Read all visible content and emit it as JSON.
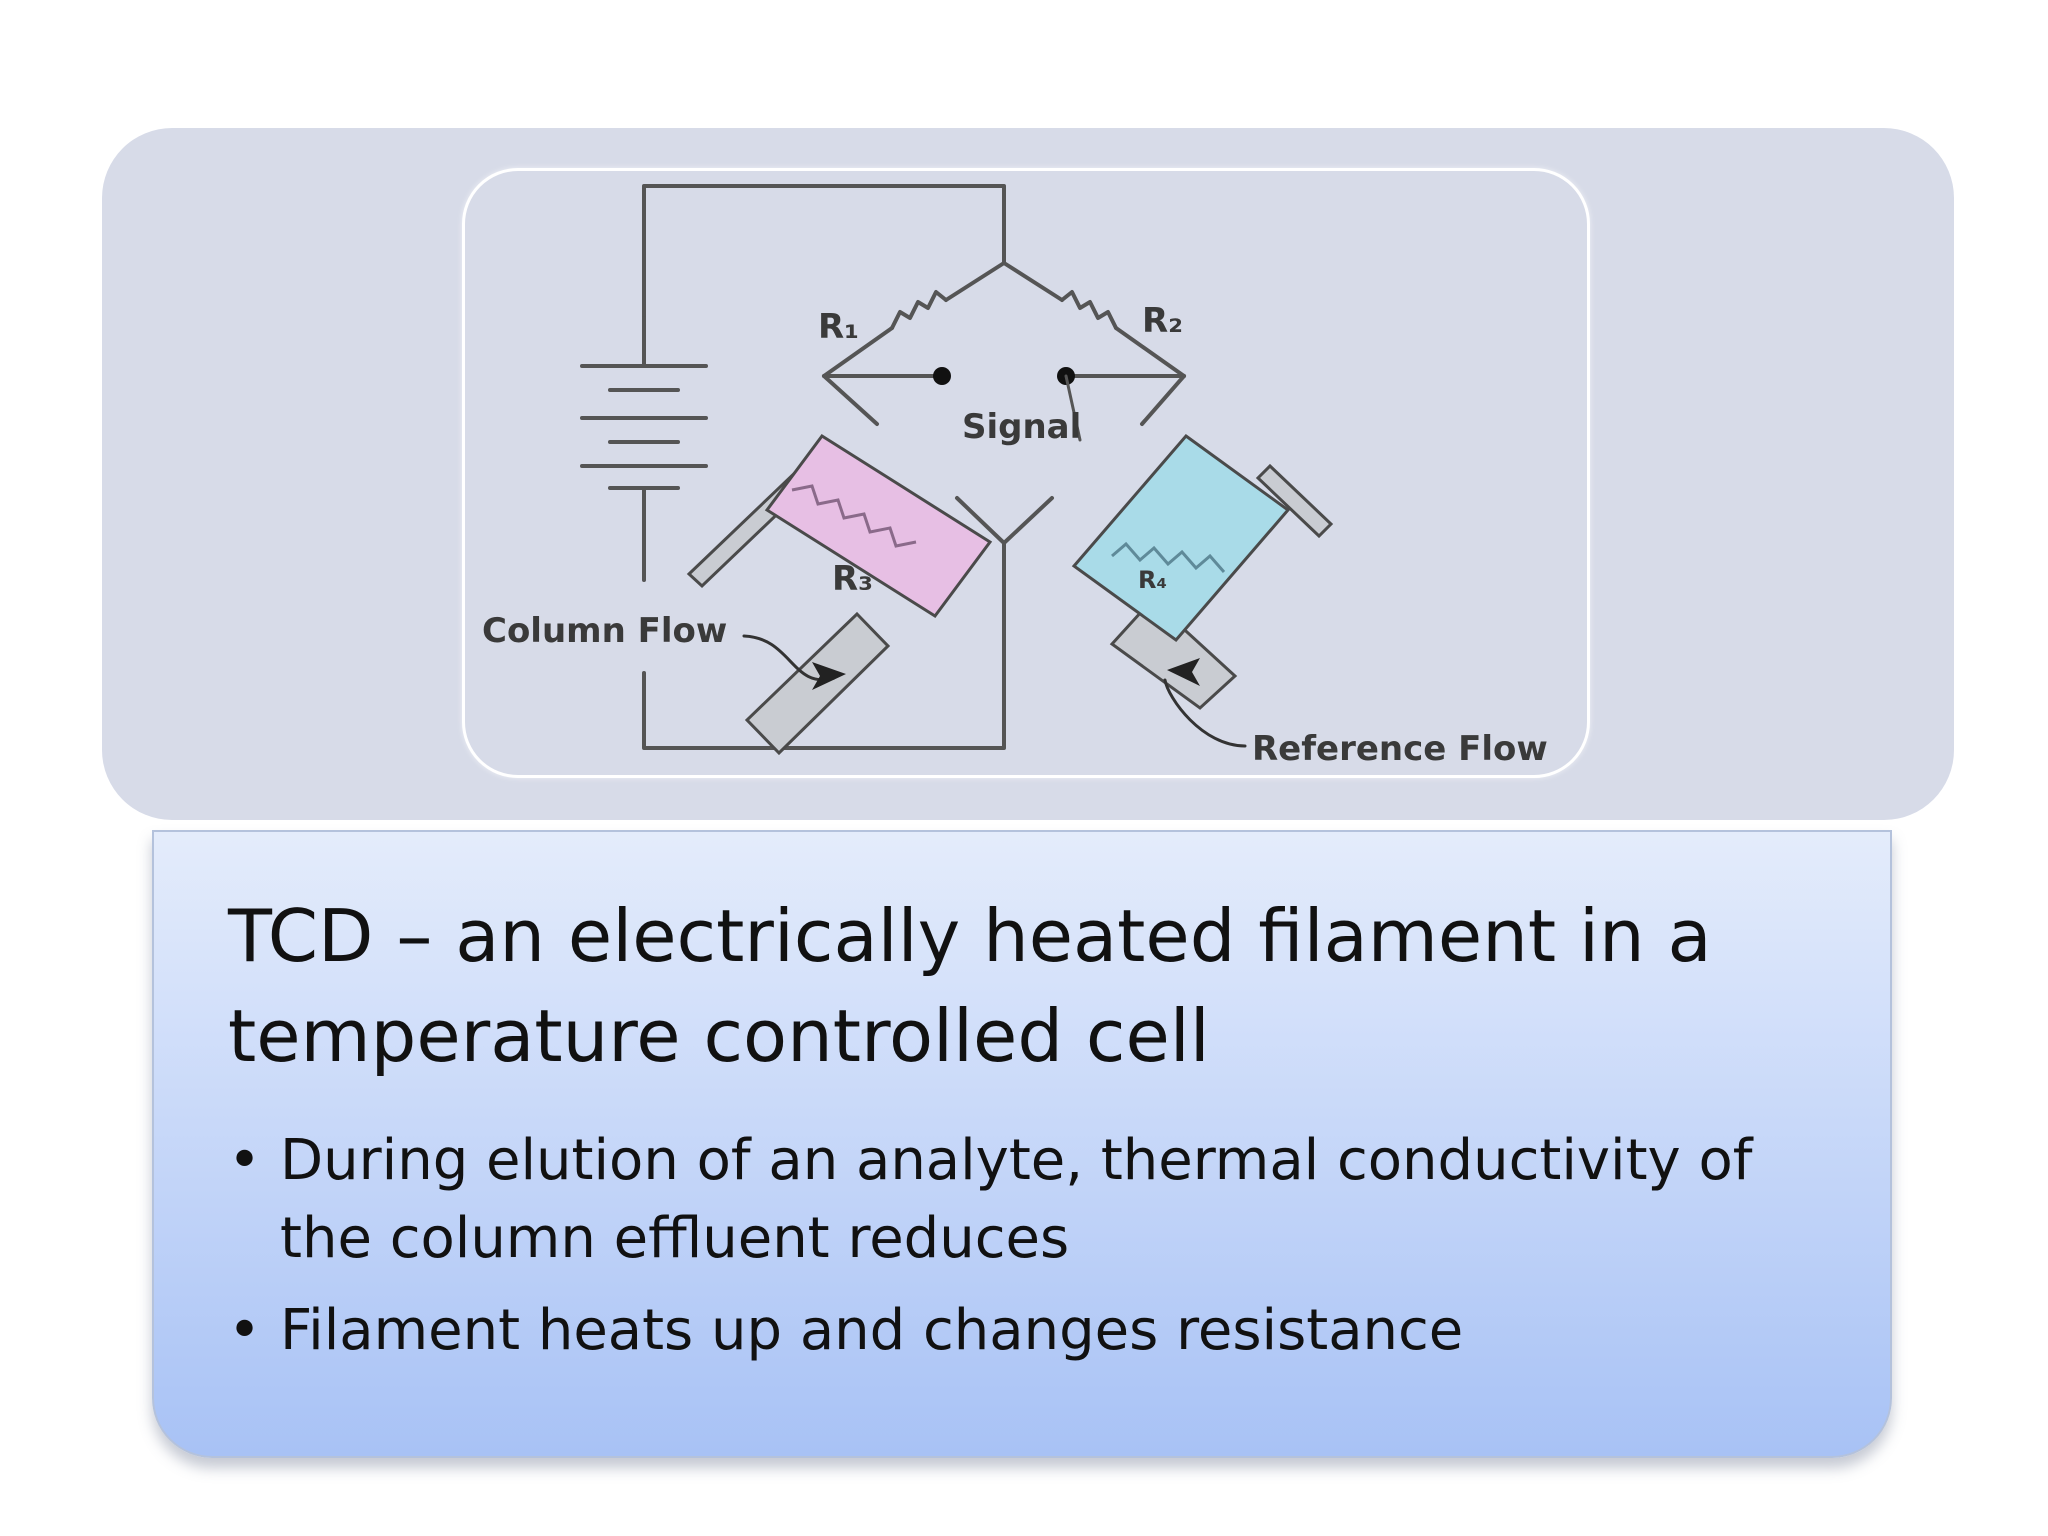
{
  "diagram": {
    "labels": {
      "r1": "R₁",
      "r2": "R₂",
      "r3": "R₃",
      "r4": "R₄",
      "signal": "Signal",
      "column_flow": "Column Flow",
      "reference_flow": "Reference Flow"
    },
    "colors": {
      "panel": "#d7dbe8",
      "wire": "#555555",
      "sample_cell": "#e7bfe4",
      "reference_cell": "#a9dbe8",
      "tube": "#c9ccd2"
    }
  },
  "content": {
    "heading": "TCD – an electrically heated filament in a temperature controlled cell",
    "bullet_symbol": "•",
    "bullets": [
      "During  elution of an analyte, thermal conductivity of the column effluent reduces",
      "Filament heats up and changes resistance"
    ]
  }
}
